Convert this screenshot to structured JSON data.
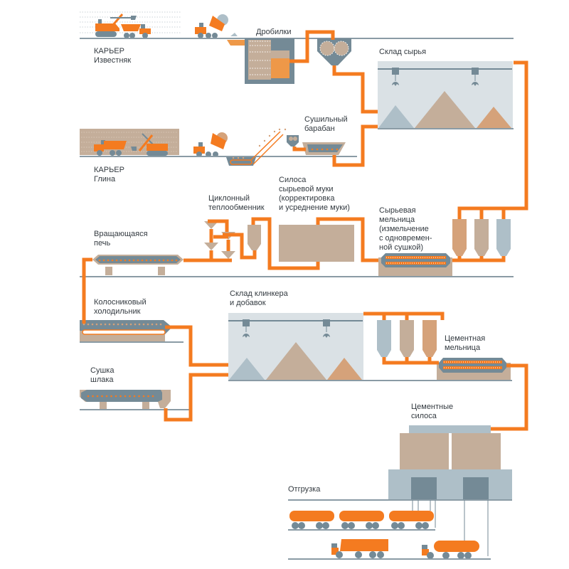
{
  "title": "Схема производства цемента",
  "colors": {
    "flow": "#f47b20",
    "steel": "#748a96",
    "steel_light": "#aebfc8",
    "storage_bg": "#dae1e5",
    "sand": "#c4ae9a",
    "ochre": "#d5a27a",
    "orange_light": "#ee9848",
    "ground": "#8a9ba5"
  },
  "labels": {
    "quarry_limestone_1": "КАРЬЕР",
    "quarry_limestone_2": "Известняк",
    "crushers": "Дробилки",
    "raw_storage": "Склад сырья",
    "dryer_1": "Сушильный",
    "dryer_2": "барабан",
    "quarry_clay_1": "КАРЬЕР",
    "quarry_clay_2": "Глина",
    "preheater_1": "Циклонный",
    "preheater_2": "теплообменник",
    "raw_silo_1": "Силоса",
    "raw_silo_2": "сырьевой муки",
    "raw_silo_3": "(корректировка",
    "raw_silo_4": "и усреднение муки)",
    "raw_mill_1": "Сырьевая",
    "raw_mill_2": "мельница",
    "raw_mill_3": "(измельчение",
    "raw_mill_4": "с одновремен-",
    "raw_mill_5": "ной сушкой)",
    "kiln_1": "Вращающаяся",
    "kiln_2": "печь",
    "cooler_1": "Колосниковый",
    "cooler_2": "холодильник",
    "clinker_storage_1": "Склад клинкера",
    "clinker_storage_2": "и добавок",
    "cement_mill_1": "Цементная",
    "cement_mill_2": "мельница",
    "slag_dryer_1": "Сушка",
    "slag_dryer_2": "шлака",
    "cement_silos_1": "Цементные",
    "cement_silos_2": "силоса",
    "shipping": "Отгрузка"
  }
}
